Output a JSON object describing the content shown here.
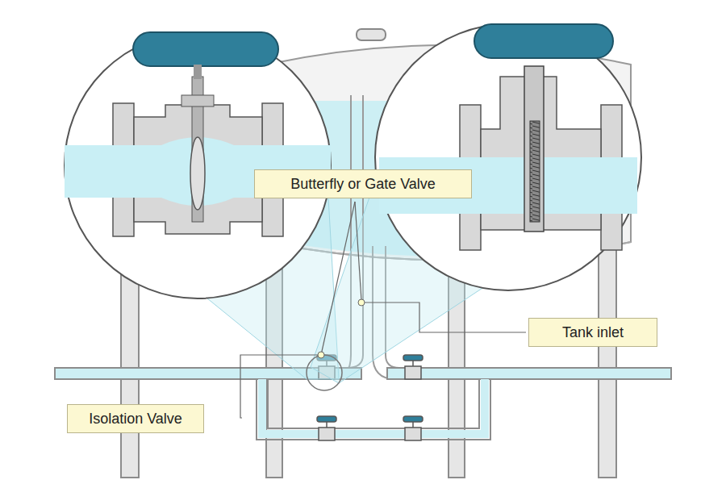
{
  "diagram": {
    "nodes": [
      {
        "text": [
          "Butterfly or Gate Valve"
        ]
      },
      {
        "text": [
          "Tank inlet"
        ]
      },
      {
        "text": [
          "Isolation Valve"
        ]
      }
    ]
  }
}
